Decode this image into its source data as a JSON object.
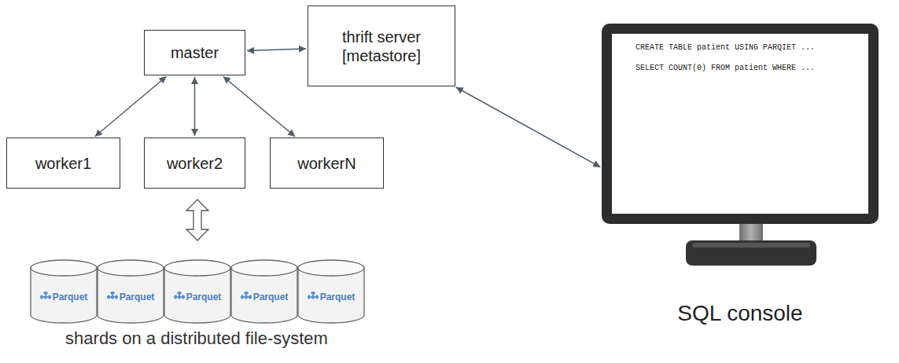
{
  "diagram": {
    "nodes": [
      {
        "text": [
          "master"
        ]
      },
      {
        "text": [
          "thrift server [metastore]"
        ]
      },
      {
        "text": [
          "CREATE TABLE patient USING PARQIET ...",
          "SELECT COUNT(0) FROM patient WHERE ...",
          "SQL console"
        ]
      },
      {
        "text": [
          "worker1"
        ]
      },
      {
        "text": [
          "worker2"
        ]
      },
      {
        "text": [
          "workerN"
        ]
      },
      {
        "text": [
          "Parquet"
        ]
      },
      {
        "text": [
          "Parquet"
        ]
      },
      {
        "text": [
          "Parquet"
        ]
      },
      {
        "text": [
          "Parquet"
        ]
      },
      {
        "text": [
          "Parquet"
        ]
      }
    ],
    "edges": [
      {
        "from": 0,
        "to": 1,
        "arrow": "both"
      },
      {
        "from": 1,
        "to": 2,
        "arrow": "both"
      },
      {
        "from": 0,
        "to": 3,
        "arrow": "both"
      },
      {
        "from": 0,
        "to": 4,
        "arrow": "both"
      },
      {
        "from": 0,
        "to": 5,
        "arrow": "both"
      },
      {
        "from": 4,
        "to": 8,
        "arrow": "both"
      }
    ],
    "labels": [
      "shards on a distributed file-system"
    ]
  }
}
